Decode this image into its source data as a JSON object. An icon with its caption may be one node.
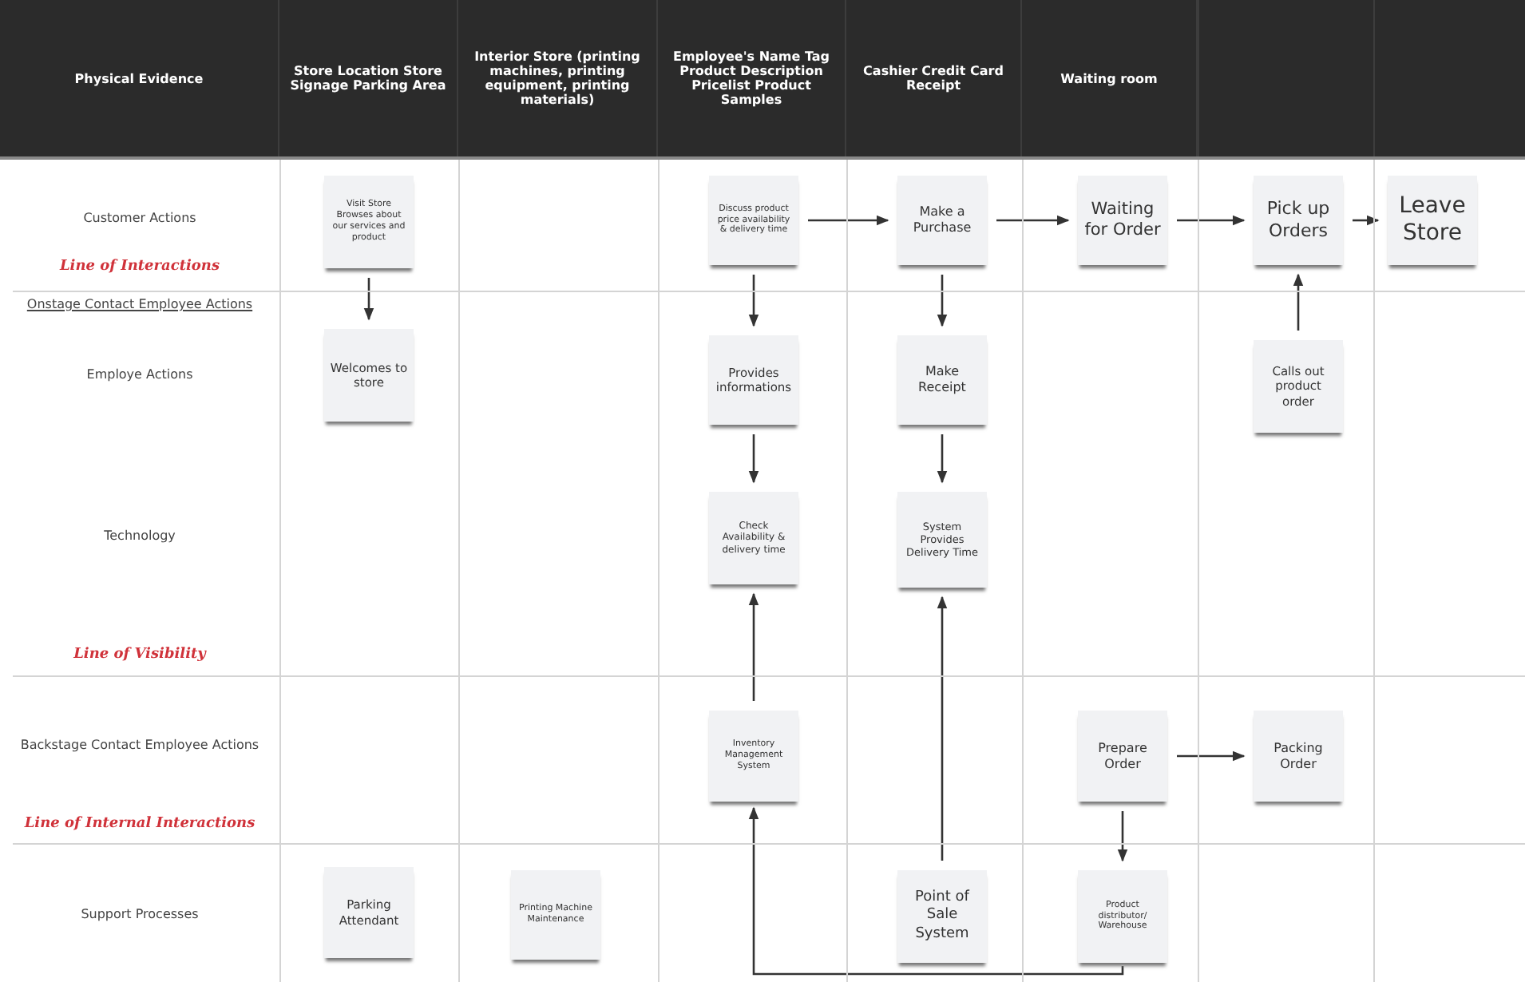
{
  "diagram": {
    "nodes": [
      {
        "text": [
          "Visit Store Browses about our services and product"
        ]
      },
      {
        "text": [
          "Discuss product price availability & delivery time"
        ]
      },
      {
        "text": [
          "Make a Purchase"
        ]
      },
      {
        "text": [
          "Waiting for Order"
        ]
      },
      {
        "text": [
          "Pick up Orders"
        ]
      },
      {
        "text": [
          "Leave Store"
        ]
      },
      {
        "text": [
          "Welcomes to store"
        ]
      },
      {
        "text": [
          "Provides informations"
        ]
      },
      {
        "text": [
          "Make Receipt"
        ]
      },
      {
        "text": [
          "Calls out product order"
        ]
      },
      {
        "text": [
          "Check Availability & delivery time"
        ]
      },
      {
        "text": [
          "System Provides Delivery Time"
        ]
      },
      {
        "text": [
          "Inventory Management System"
        ]
      },
      {
        "text": [
          "Prepare Order"
        ]
      },
      {
        "text": [
          "Packing Order"
        ]
      },
      {
        "text": [
          "Parking Attendant"
        ]
      },
      {
        "text": [
          "Printing Machine Maintenance"
        ]
      },
      {
        "text": [
          "Point of Sale System"
        ]
      },
      {
        "text": [
          "Product distributor/ Warehouse"
        ]
      }
    ],
    "edges": [
      {
        "from": 0,
        "to": 6,
        "arrow": "to"
      },
      {
        "from": 1,
        "to": 2,
        "arrow": "to"
      },
      {
        "from": 2,
        "to": 3,
        "arrow": "to"
      },
      {
        "from": 3,
        "to": 4,
        "arrow": "to"
      },
      {
        "from": 4,
        "to": 5,
        "arrow": "to"
      },
      {
        "from": 1,
        "to": 7,
        "arrow": "to"
      },
      {
        "from": 2,
        "to": 8,
        "arrow": "to"
      },
      {
        "from": 9,
        "to": 4,
        "arrow": "to"
      },
      {
        "from": 7,
        "to": 10,
        "arrow": "to"
      },
      {
        "from": 8,
        "to": 11,
        "arrow": "to"
      },
      {
        "from": 12,
        "to": 10,
        "arrow": "to"
      },
      {
        "from": 17,
        "to": 11,
        "arrow": "to"
      },
      {
        "from": 13,
        "to": 14,
        "arrow": "to"
      },
      {
        "from": 13,
        "to": 18,
        "arrow": "to"
      },
      {
        "from": 18,
        "to": 12,
        "arrow": "to"
      }
    ],
    "labels": [
      "Physical Evidence",
      "Store Location Store Signage Parking Area",
      "Interior Store (printing machines, printing equipment, printing materials)",
      "Employee's Name Tag Product Description Pricelist Product Samples",
      "Cashier Credit Card Receipt",
      "Waiting room",
      "Customer Actions",
      "Line of Interactions",
      "Onstage Contact Employee Actions",
      "Employe Actions",
      "Technology",
      "Line of Visibility",
      "Backstage Contact Employee Actions",
      "Line of Internal Interactions",
      "Support Processes"
    ]
  }
}
